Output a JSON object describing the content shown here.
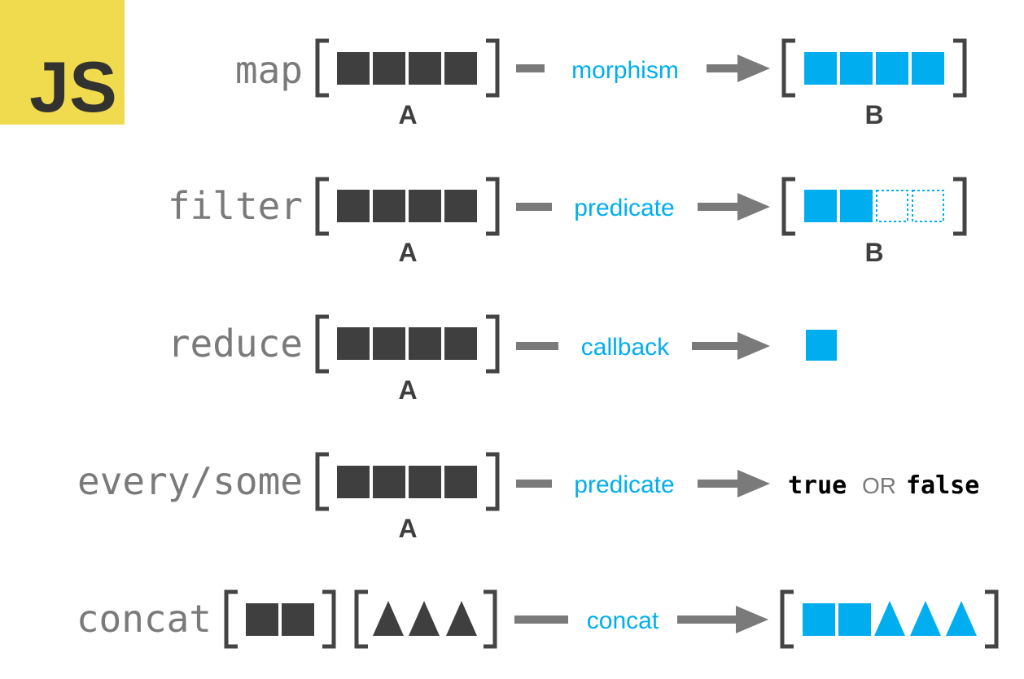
{
  "logo": {
    "text": "JS",
    "bg_color": "#F0DB4F",
    "text_color": "#323330"
  },
  "colors": {
    "dark": "#3f3f3f",
    "blue": "#00AEEF",
    "gray": "#7a7a7a",
    "bracket": "#444444"
  },
  "rows": [
    {
      "method": "map",
      "input_label": "A",
      "operation": "morphism",
      "output_label": "B",
      "output": "array"
    },
    {
      "method": "filter",
      "input_label": "A",
      "operation": "predicate",
      "output_label": "B",
      "output": "filtered"
    },
    {
      "method": "reduce",
      "input_label": "A",
      "operation": "callback",
      "output": "single"
    },
    {
      "method": "every/some",
      "input_label": "A",
      "operation": "predicate",
      "output": "boolean",
      "result": {
        "true_text": "true",
        "or_text": "OR",
        "false_text": "false"
      }
    },
    {
      "method": "concat",
      "operation": "concat",
      "output": "concat"
    }
  ]
}
